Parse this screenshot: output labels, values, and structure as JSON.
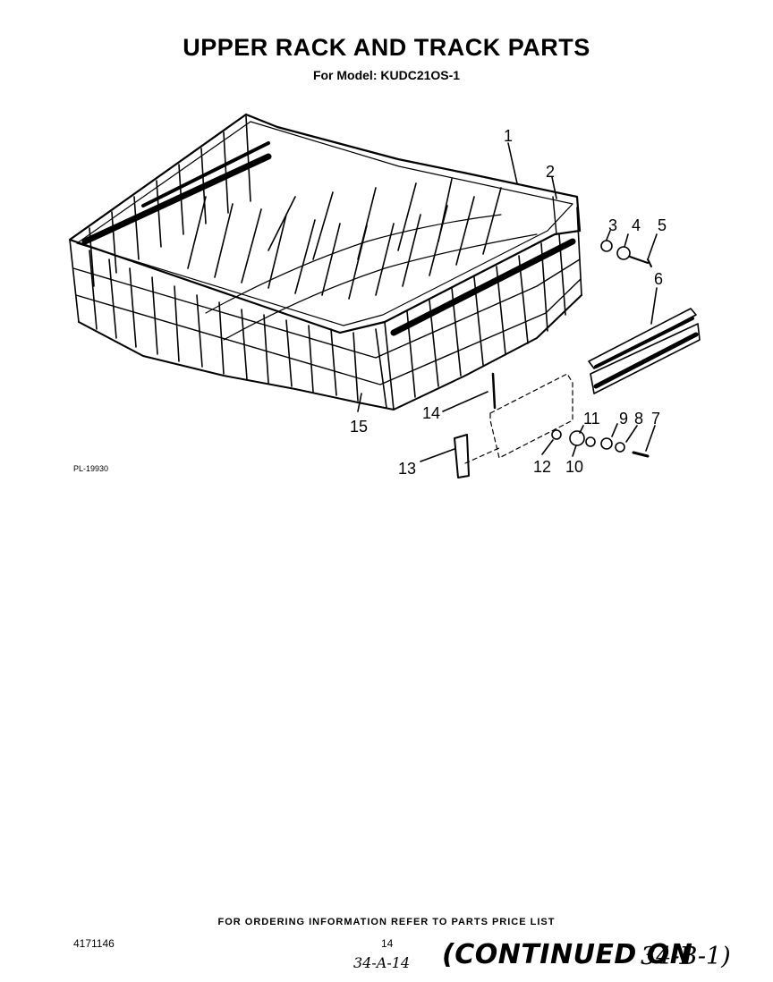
{
  "header": {
    "title": "UPPER RACK AND TRACK PARTS",
    "subtitle": "For Model: KUDC21OS-1"
  },
  "diagram": {
    "plate_id": "PL-19930",
    "callouts": [
      "1",
      "2",
      "3",
      "4",
      "5",
      "6",
      "7",
      "8",
      "9",
      "10",
      "11",
      "12",
      "13",
      "14",
      "15"
    ]
  },
  "footer": {
    "ordering_info": "FOR ORDERING INFORMATION REFER TO PARTS PRICE LIST",
    "doc_number": "4171146",
    "page_number": "14",
    "handwritten_ref": "34-A-14",
    "continued_label": "(CONTINUED ON",
    "continued_ref": "34-B-1)"
  }
}
